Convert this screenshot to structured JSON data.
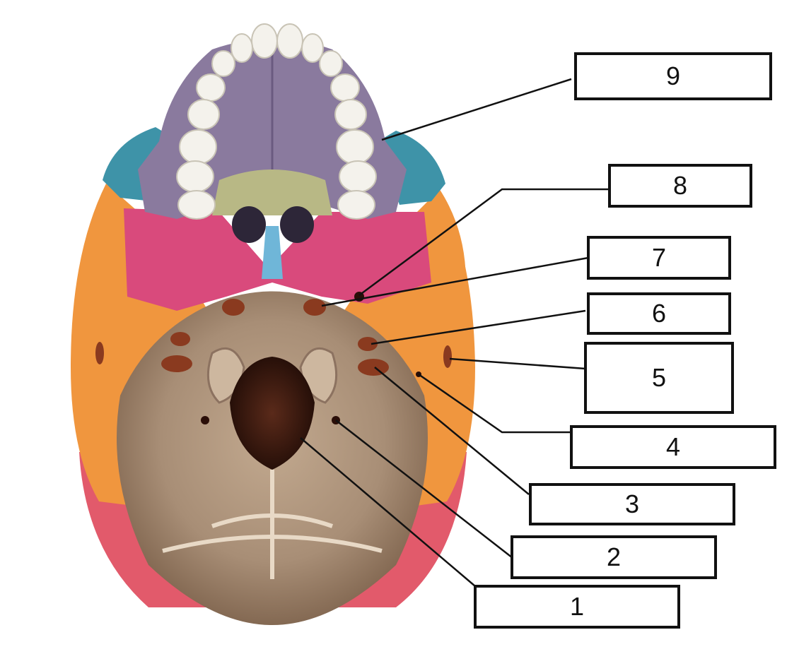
{
  "labels": [
    {
      "id": "9",
      "text": "9"
    },
    {
      "id": "8",
      "text": "8"
    },
    {
      "id": "7",
      "text": "7"
    },
    {
      "id": "6",
      "text": "6"
    },
    {
      "id": "5",
      "text": "5"
    },
    {
      "id": "4",
      "text": "4"
    },
    {
      "id": "3",
      "text": "3"
    },
    {
      "id": "2",
      "text": "2"
    },
    {
      "id": "1",
      "text": "1"
    }
  ],
  "colors": {
    "maxilla": "#8a7a9e",
    "zygomatic": "#3e93a8",
    "sphenoid": "#d94a7c",
    "temporal": "#f0963e",
    "occipital": "#a88e76",
    "parietal": "#e25a6b",
    "vomer": "#6fb6d8",
    "palatine": "#b8b885",
    "teeth": "#f4f2ec",
    "lines": "#111111"
  }
}
